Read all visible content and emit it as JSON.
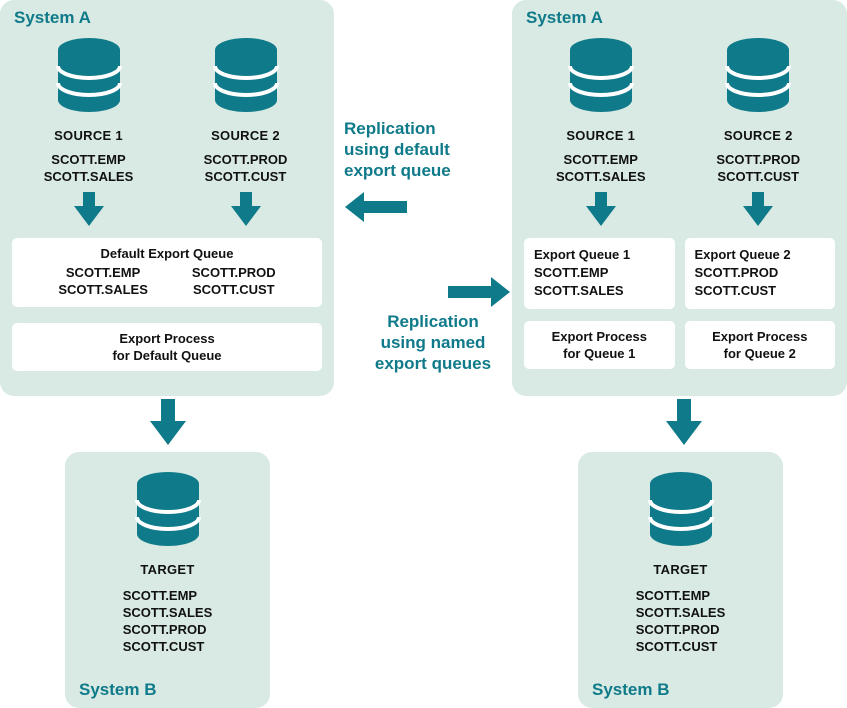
{
  "colors": {
    "accent_teal": "#0f7a8a",
    "panel_background": "#d8eae3",
    "box_background": "#ffffff",
    "text_black": "#111111"
  },
  "left_diagram": {
    "system_a": "System A",
    "sources": [
      {
        "label": "SOURCE 1",
        "tables": [
          "SCOTT.EMP",
          "SCOTT.SALES"
        ]
      },
      {
        "label": "SOURCE 2",
        "tables": [
          "SCOTT.PROD",
          "SCOTT.CUST"
        ]
      }
    ],
    "default_queue": {
      "title": "Default Export Queue",
      "col1": [
        "SCOTT.EMP",
        "SCOTT.SALES"
      ],
      "col2": [
        "SCOTT.PROD",
        "SCOTT.CUST"
      ]
    },
    "process": [
      "Export Process",
      "for Default Queue"
    ],
    "system_b": "System B",
    "target": {
      "label": "TARGET",
      "tables": [
        "SCOTT.EMP",
        "SCOTT.SALES",
        "SCOTT.PROD",
        "SCOTT.CUST"
      ]
    }
  },
  "right_diagram": {
    "system_a": "System A",
    "sources": [
      {
        "label": "SOURCE 1",
        "tables": [
          "SCOTT.EMP",
          "SCOTT.SALES"
        ]
      },
      {
        "label": "SOURCE 2",
        "tables": [
          "SCOTT.PROD",
          "SCOTT.CUST"
        ]
      }
    ],
    "queues": [
      {
        "lines": [
          "Export Queue 1",
          "SCOTT.EMP",
          "SCOTT.SALES"
        ]
      },
      {
        "lines": [
          "Export Queue 2",
          "SCOTT.PROD",
          "SCOTT.CUST"
        ]
      }
    ],
    "processes": [
      [
        "Export Process",
        "for Queue 1"
      ],
      [
        "Export Process",
        "for Queue 2"
      ]
    ],
    "system_b": "System B",
    "target": {
      "label": "TARGET",
      "tables": [
        "SCOTT.EMP",
        "SCOTT.SALES",
        "SCOTT.PROD",
        "SCOTT.CUST"
      ]
    }
  },
  "captions": {
    "default": [
      "Replication",
      "using default",
      "export queue"
    ],
    "named": [
      "Replication",
      "using named",
      "export queues"
    ]
  }
}
